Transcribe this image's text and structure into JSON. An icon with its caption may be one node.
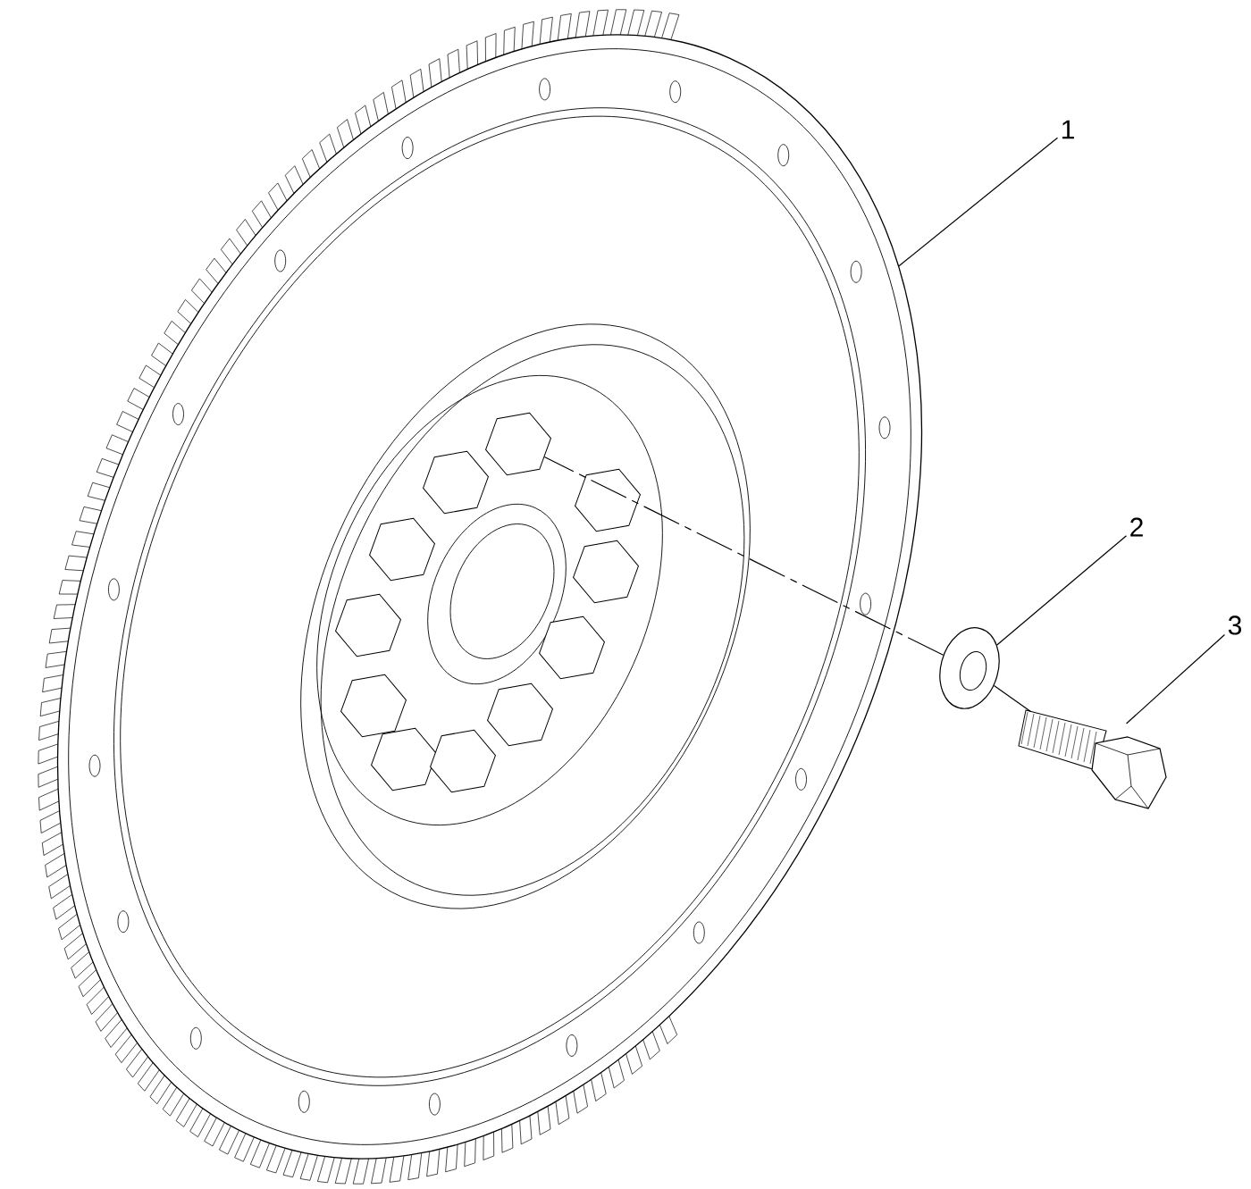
{
  "diagram": {
    "nodes": [
      {
        "text": [
          "1"
        ]
      },
      {
        "text": [
          "2"
        ]
      },
      {
        "text": [
          "3"
        ]
      },
      {
        "text": [],
        "shape": "picture"
      },
      {
        "text": [],
        "shape": "picture"
      },
      {
        "text": [],
        "shape": "picture"
      },
      {
        "text": [],
        "shape": "picture",
        "in": 3
      }
    ],
    "edges": [
      {
        "from": 0,
        "to": 3,
        "arrow": "none"
      },
      {
        "from": 1,
        "to": 4,
        "arrow": "none"
      },
      {
        "from": 2,
        "to": 5,
        "arrow": "none"
      },
      {
        "from": 4,
        "to": 6,
        "arrow": "none",
        "style": "dashed"
      },
      {
        "from": 5,
        "to": 4,
        "arrow": "none"
      }
    ]
  }
}
